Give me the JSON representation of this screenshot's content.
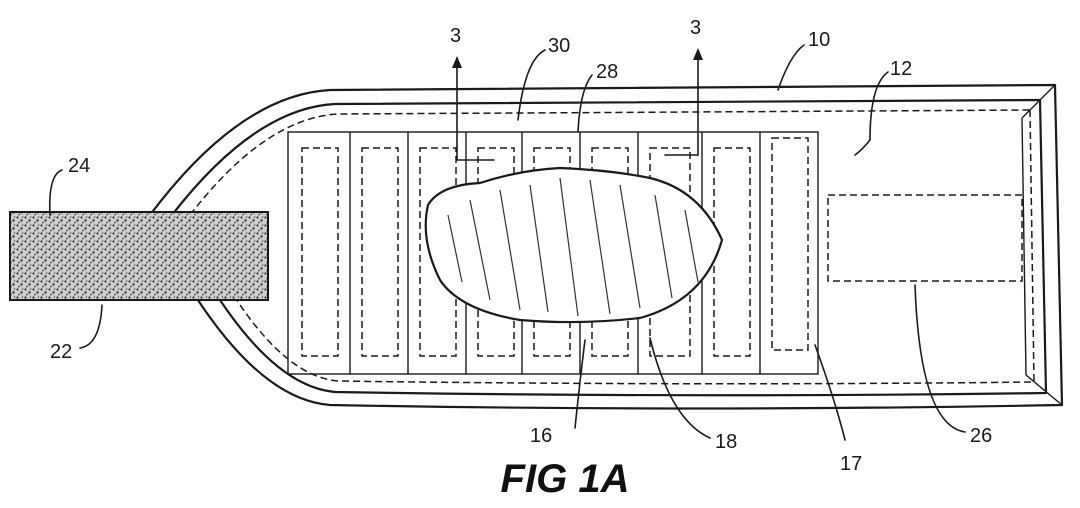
{
  "figure": {
    "caption": "FIG 1A",
    "labels": {
      "l10": "10",
      "l12": "12",
      "l16": "16",
      "l17": "17",
      "l18": "18",
      "l22": "22",
      "l24": "24",
      "l26": "26",
      "l28": "28",
      "l30": "30",
      "sec_left": "3",
      "sec_right": "3"
    }
  }
}
